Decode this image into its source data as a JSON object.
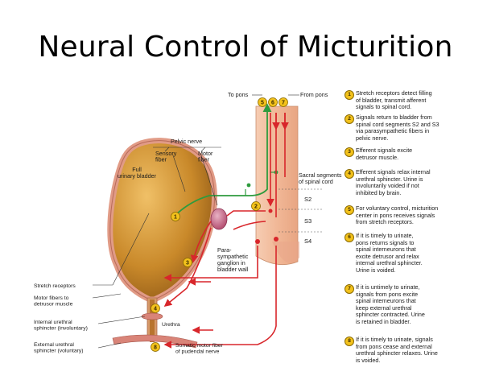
{
  "title": "Neural Control of Micturition",
  "diagram": {
    "to_pons": "To pons",
    "from_pons": "From pons",
    "pelvic_nerve": "Pelvic nerve",
    "sensory_fiber": "Sensory\nfiber",
    "motor_fiber": "Motor\nfiber",
    "full_bladder": "Full\nurinary bladder",
    "sacral_segments": "Sacral segments\nof spinal cord",
    "s2": "S2",
    "s3": "S3",
    "s4": "S4",
    "parasympathetic": "Para-\nsympathetic\nganglion in\nbladder wall",
    "stretch_receptors": "Stretch receptors",
    "motor_fibers_detrusor": "Motor fibers to\ndetrusor muscle",
    "internal_sphincter": "Internal urethral\nsphincter (involuntary)",
    "external_sphincter": "External urethral\nsphincter (voluntary)",
    "urethra": "Urethra",
    "somatic_motor": "Somatic motor fiber\nof pudendal nerve",
    "markers": [
      "1",
      "2",
      "3",
      "4",
      "5",
      "6",
      "7",
      "8"
    ]
  },
  "steps": [
    {
      "num": "1",
      "text": "Stretch receptors detect filling\nof bladder, transmit afferent\nsignals to spinal cord."
    },
    {
      "num": "2",
      "text": "Signals return to bladder from\nspinal cord segments S2 and S3\nvia parasympathetic fibers in\npelvic nerve."
    },
    {
      "num": "3",
      "text": "Efferent signals excite\ndetrusor muscle."
    },
    {
      "num": "4",
      "text": "Efferent signals relax internal\nurethral sphincter. Urine is\ninvoluntarily voided if not\ninhibited by brain."
    },
    {
      "num": "5",
      "text": "For voluntary control, micturition\ncenter in pons receives signals\nfrom stretch receptors."
    },
    {
      "num": "6",
      "text": "If it is timely to urinate,\npons returns signals to\nspinal interneurons that\nexcite detrusor and relax\ninternal urethral sphincter.\nUrine is voided."
    },
    {
      "num": "7",
      "text": "If it is untimely to urinate,\nsignals from pons excite\nspinal interneurons that\nkeep external urethral\nsphincter contracted. Urine\nis retained in bladder."
    },
    {
      "num": "8",
      "text": "If it is timely to urinate, signals\nfrom pons cease and external\nurethral sphincter relaxes. Urine\nis voided."
    }
  ],
  "colors": {
    "afferent": "#2e9b3e",
    "efferent": "#d8262b",
    "bladder_fill": "#c48a2c",
    "bladder_wall": "#e6a08a",
    "spinal_cord": "#f0b899",
    "marker": "#f3c21c"
  }
}
